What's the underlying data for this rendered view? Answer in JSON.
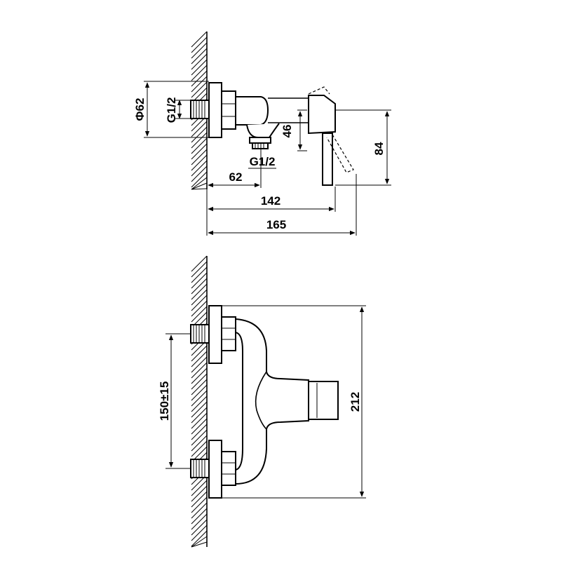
{
  "top_view": {
    "dim_diameter": "Φ62",
    "dim_thread_wall": "G1/2",
    "dim_thread_outlet": "G1/2",
    "dim_height_46": "46",
    "dim_height_84": "84",
    "dim_depth_62": "62",
    "dim_depth_142": "142",
    "dim_depth_165": "165"
  },
  "front_view": {
    "dim_spacing": "150±15",
    "dim_height_212": "212"
  }
}
